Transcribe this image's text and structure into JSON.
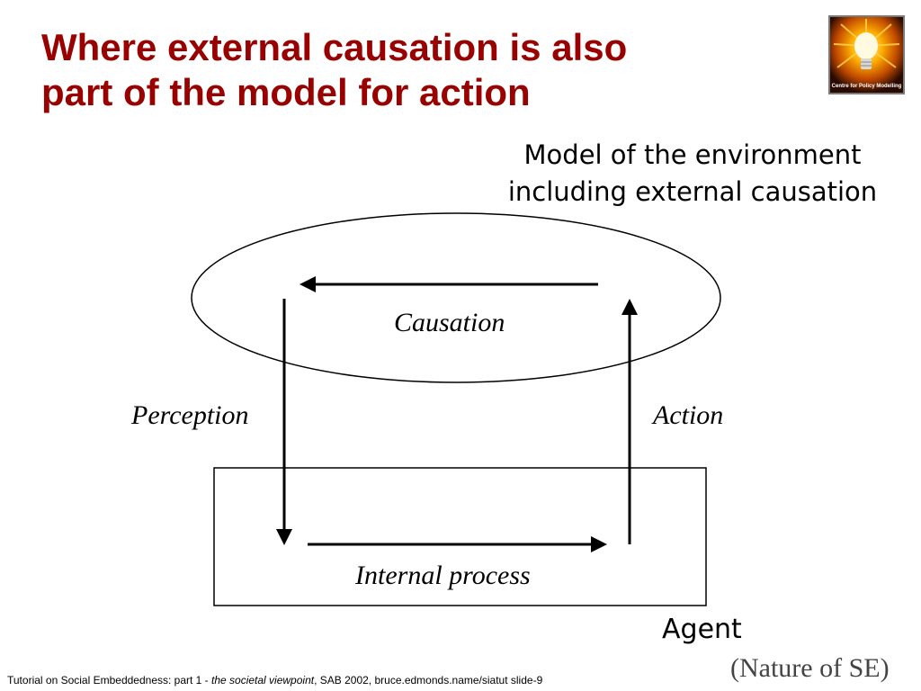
{
  "slide": {
    "title_line1": "Where external causation is also",
    "title_line2": "part of the model for action",
    "title_color": "#990000"
  },
  "logo": {
    "text": "Centre for Policy Modelling",
    "icon": "lightbulb-icon"
  },
  "diagram": {
    "environment_label_line1": "Model of the environment",
    "environment_label_line2": "including external causation",
    "causation_label": "Causation",
    "perception_label": "Perception",
    "action_label": "Action",
    "internal_process_label": "Internal process",
    "agent_label": "Agent"
  },
  "nature_label": "(Nature of SE)",
  "footer": {
    "prefix": "Tutorial on Social Embeddedness: part 1 - ",
    "emphasis": "the societal viewpoint",
    "suffix": ", SAB 2002, bruce.edmonds.name/siatut slide-9"
  }
}
